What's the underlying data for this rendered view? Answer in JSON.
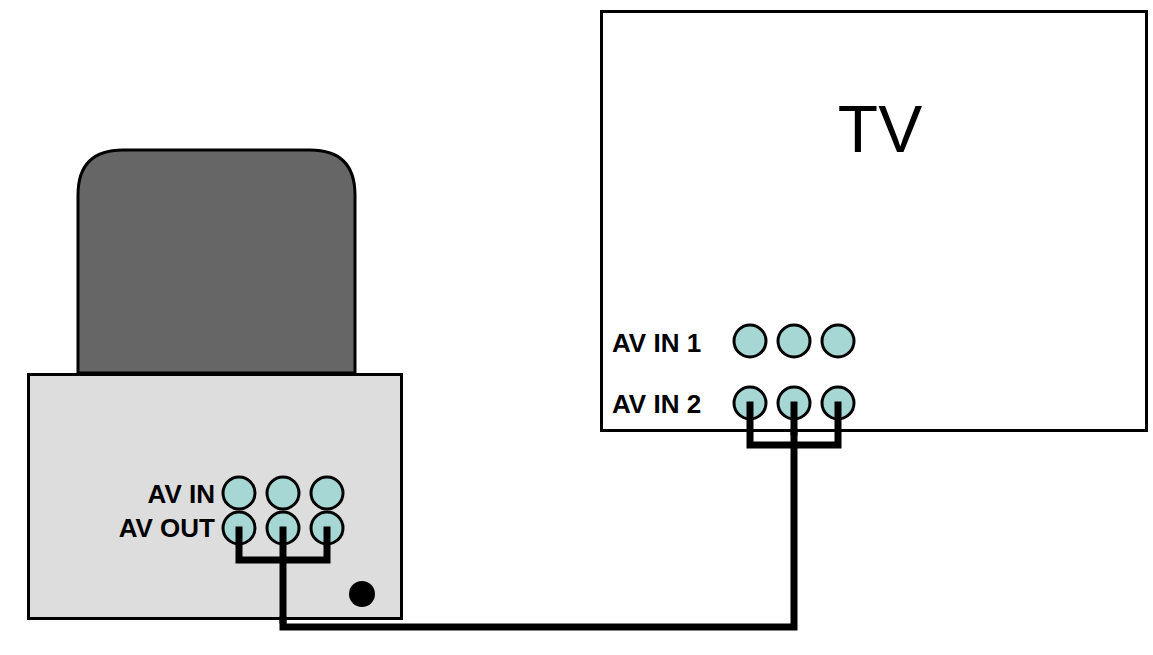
{
  "diagram": {
    "nodes": [
      {
        "text": [
          "AV IN",
          "AV OUT"
        ]
      },
      {
        "text": [
          "TV",
          "AV IN 1",
          "AV IN 2"
        ]
      }
    ],
    "edges": [
      {
        "from": 0,
        "to": 1,
        "arrow": "none"
      }
    ]
  }
}
